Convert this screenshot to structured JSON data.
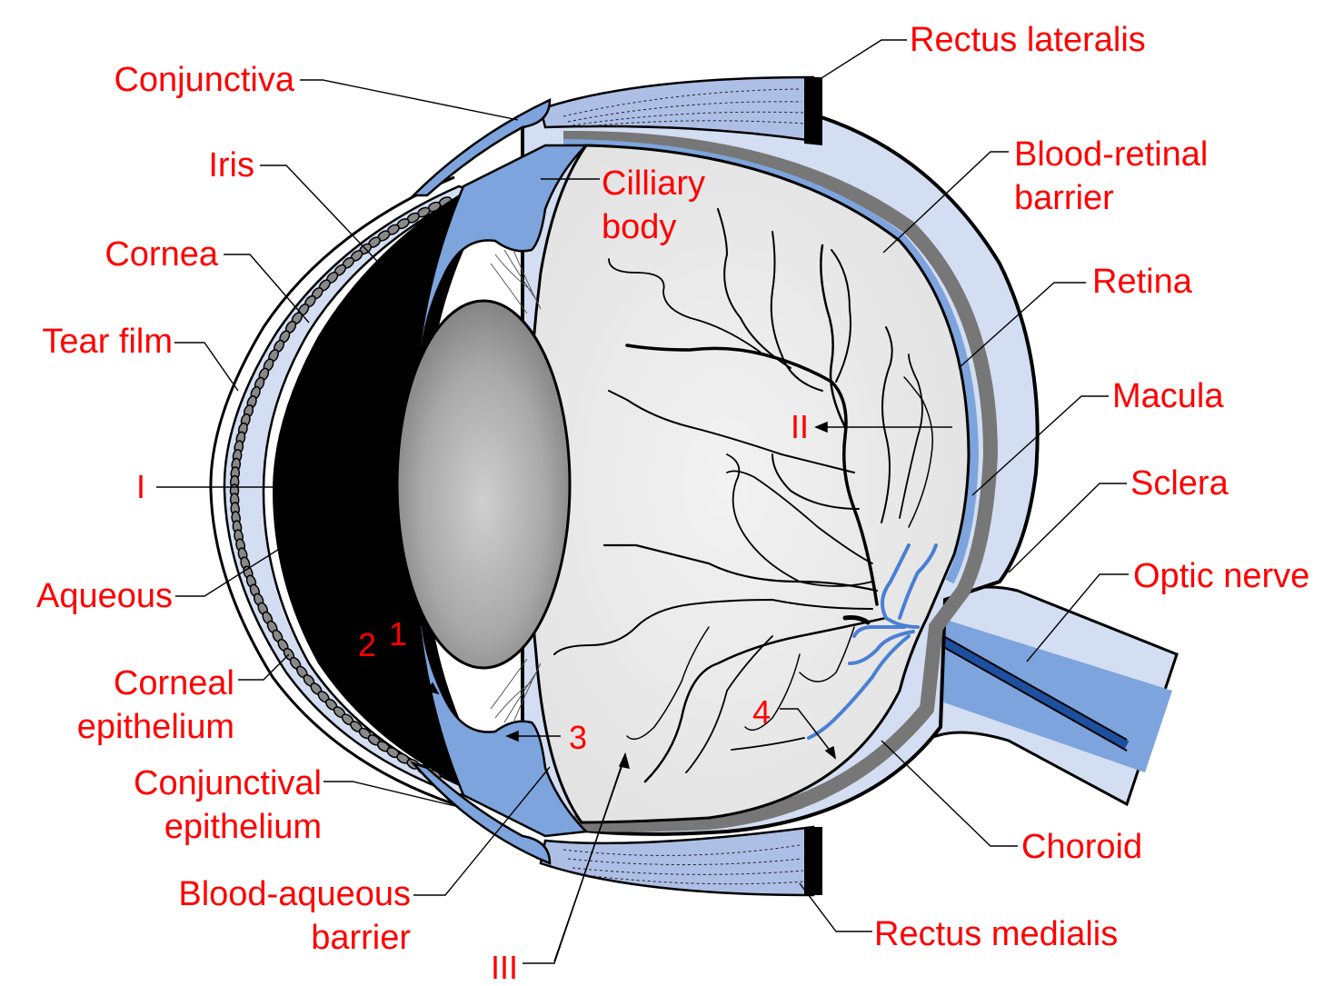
{
  "labels": {
    "rectus_lateralis": "Rectus lateralis",
    "conjunctiva": "Conjunctiva",
    "iris": "Iris",
    "cilliary_body": "Cilliary\nbody",
    "blood_retinal_barrier": "Blood-retinal\nbarrier",
    "cornea": "Cornea",
    "retina": "Retina",
    "tear_film": "Tear film",
    "macula": "Macula",
    "sclera": "Sclera",
    "optic_nerve": "Optic nerve",
    "aqueous": "Aqueous",
    "corneal_epithelium": "Corneal\nepithelium",
    "conjunctival_epithelium": "Conjunctival\nepithelium",
    "blood_aqueous_barrier": "Blood-aqueous\nbarrier",
    "choroid": "Choroid",
    "rectus_medialis": "Rectus medialis"
  },
  "markers": {
    "I": "I",
    "II": "II",
    "III": "III",
    "one": "1",
    "two": "2",
    "three": "3",
    "four": "4"
  },
  "colors": {
    "label_text": "#ff0000",
    "tissue_blue": "#7da4dc",
    "sclera_light": "#d4def2",
    "vitreous_grey": "#e8e8e8",
    "chamber_black": "#000000",
    "choroid_grey": "#777777"
  }
}
